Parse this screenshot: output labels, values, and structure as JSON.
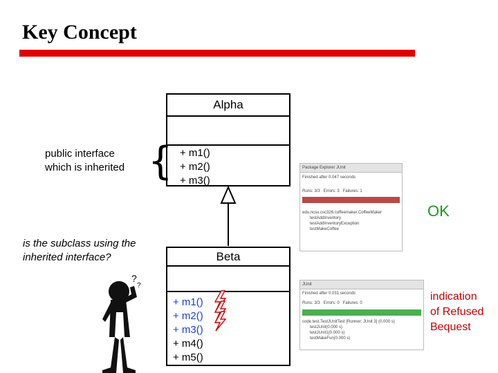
{
  "slide": {
    "title": "Key Concept",
    "accent_color": "#e00000"
  },
  "alpha": {
    "name": "Alpha",
    "operations": [
      "+ m1()",
      "+ m2()",
      "+ m3()"
    ]
  },
  "beta": {
    "name": "Beta",
    "operations": [
      "+ m1()",
      "+ m2()",
      "+ m3()",
      "+ m4()",
      "+ m5()"
    ],
    "overridden_color": "#1a3fd6"
  },
  "notes": {
    "public_interface": [
      "public interface",
      "which is inherited"
    ],
    "subclass_question": [
      "is the subclass using the",
      "inherited interface?"
    ],
    "ok_label": "OK",
    "ok_color": "#1b9a1b",
    "refused_bequest": [
      "indication",
      "of Refused",
      "Bequest"
    ],
    "refused_color": "#c00000"
  },
  "junit_failure": {
    "tabs": "Package Explorer  JUnit",
    "finished": "Finished after 0.047 seconds",
    "runs": "Runs: 3/3",
    "errors": "Errors: 3",
    "failures": "Failures: 1",
    "bar_color": "#b94a48",
    "tree": [
      "edu.ncsu.csc326.coffeemaker.CoffeeMaker",
      "testAddInventory",
      "testAddInventoryException",
      "testMakeCoffee"
    ]
  },
  "junit_success": {
    "tabs": "JUnit",
    "finished": "Finished after 0.031 seconds",
    "runs": "Runs: 3/3",
    "errors": "Errors: 0",
    "failures": "Failures: 0",
    "bar_color": "#4caf50",
    "tree": [
      "code.test.TestJUnitTest [Runner: JUnit 3] (0.000 s)",
      "testJUnit(0.000 s)",
      "testJUnit1(0.000 s)",
      "testMakeFun(0.000 s)"
    ]
  },
  "icons": {
    "brace": "left-curly-brace",
    "arrow": "inheritance-arrow",
    "figure": "puzzled-person",
    "lightning": "lightning-bolt"
  }
}
